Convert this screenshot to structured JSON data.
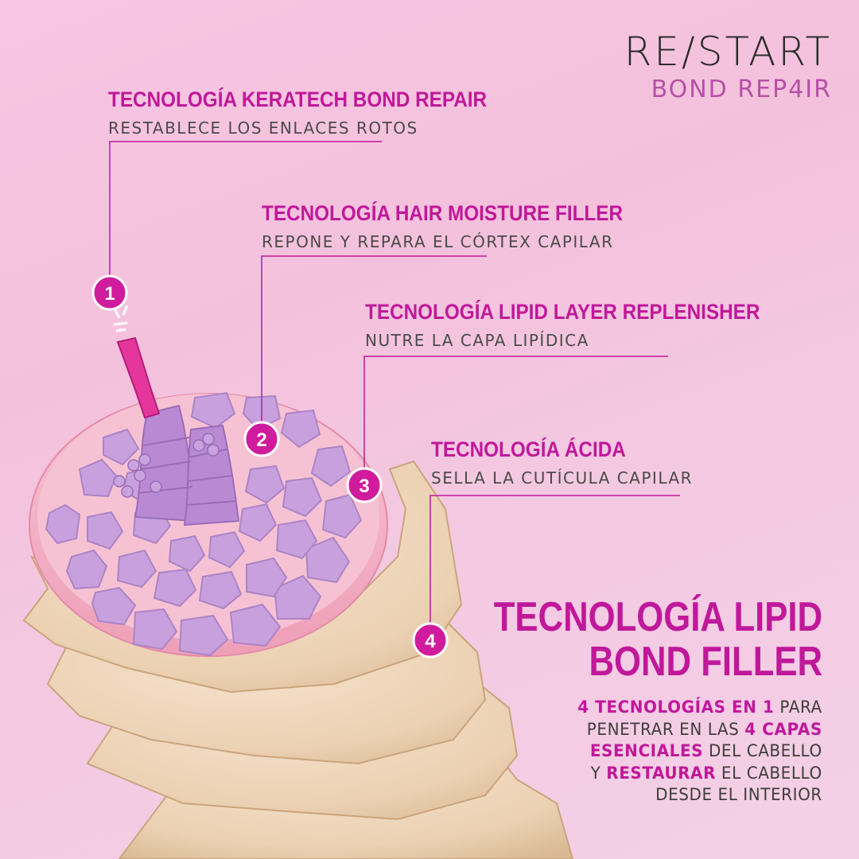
{
  "brand": {
    "name": "RE/START",
    "line": "BOND REP4IR"
  },
  "technologies": [
    {
      "number": "1",
      "title": "TECNOLOGÍA KERATECH BOND REPAIR",
      "description": "RESTABLECE LOS ENLACES ROTOS"
    },
    {
      "number": "2",
      "title": "TECNOLOGÍA HAIR MOISTURE FILLER",
      "description": "REPONE Y REPARA EL CÓRTEX CAPILAR"
    },
    {
      "number": "3",
      "title": "TECNOLOGÍA LIPID LAYER REPLENISHER",
      "description": "NUTRE LA CAPA LIPÍDICA"
    },
    {
      "number": "4",
      "title": "TECNOLOGÍA ÁCIDA",
      "description": "SELLA LA CUTÍCULA CAPILAR"
    }
  ],
  "headline": {
    "line1": "TECNOLOGÍA LIPID",
    "line2": "BOND FILLER"
  },
  "body": {
    "l1_bold": "4 TECNOLOGÍAS EN 1",
    "l1_text": " PARA",
    "l2_text": "PENETRAR EN LAS ",
    "l2_bold": "4 CAPAS",
    "l3_bold": "ESENCIALES",
    "l3_text": " DEL CABELLO",
    "l4_text": "Y ",
    "l4_bold": "RESTAURAR",
    "l4_text2": " EL CABELLO",
    "l5_text": "DESDE EL INTERIOR"
  },
  "colors": {
    "accent": "#c0189a",
    "text": "#4a4a4a",
    "cells": "#c9a0dc",
    "cuticle": "#f1d9bf",
    "lipid": "#f4b6cc"
  }
}
